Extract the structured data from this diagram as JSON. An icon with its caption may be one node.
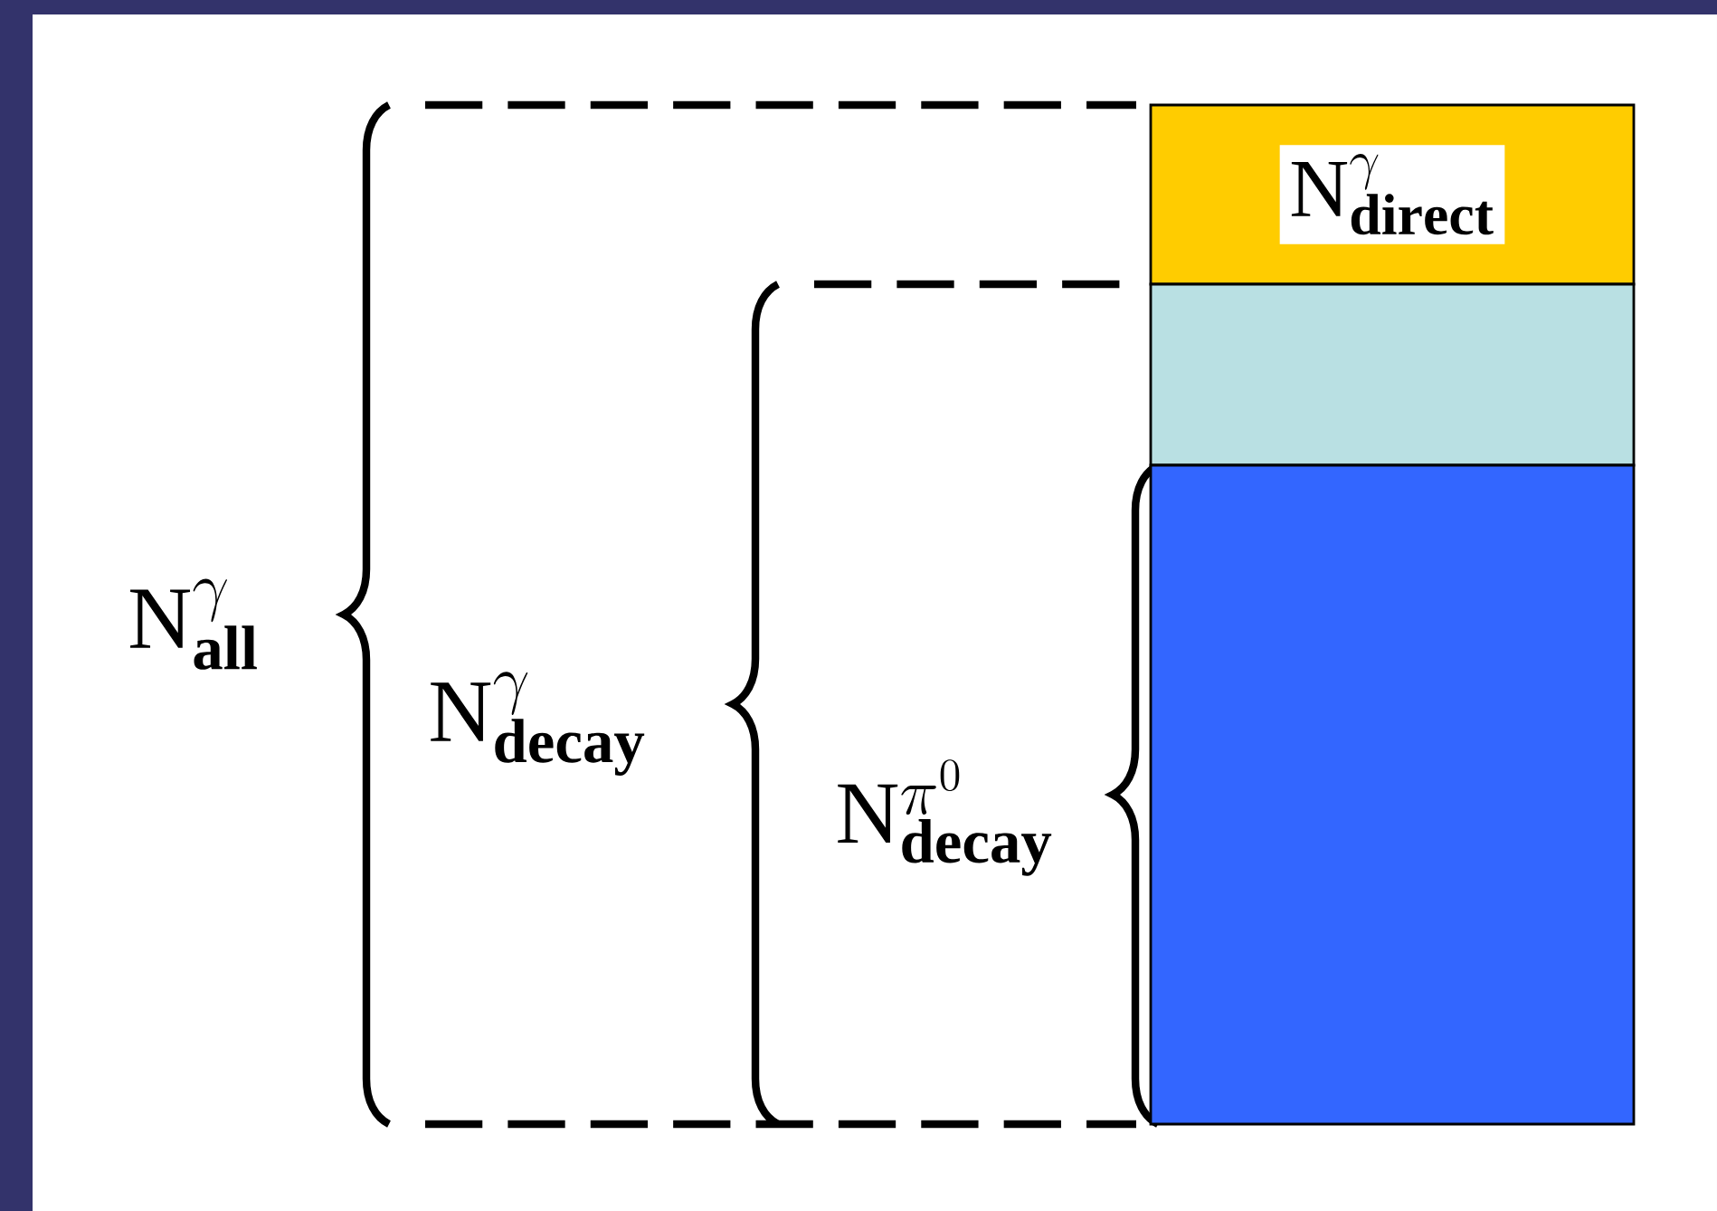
{
  "diagram": {
    "nodes": [
      {
        "text": [
          "\\mathrm{N}^{\\gamma}_{\\mathbf{direct}}"
        ]
      },
      {
        "text": [],
        "shape": "bar"
      },
      {
        "text": [],
        "shape": "bar"
      }
    ],
    "labels": [
      "\\mathrm{N}^{\\gamma}_{\\mathbf{all}}",
      "\\mathrm{N}^{\\gamma}_{\\mathbf{decay}}",
      "\\mathrm{N}^{\\pi^{0}}_{\\mathbf{decay}}"
    ]
  }
}
